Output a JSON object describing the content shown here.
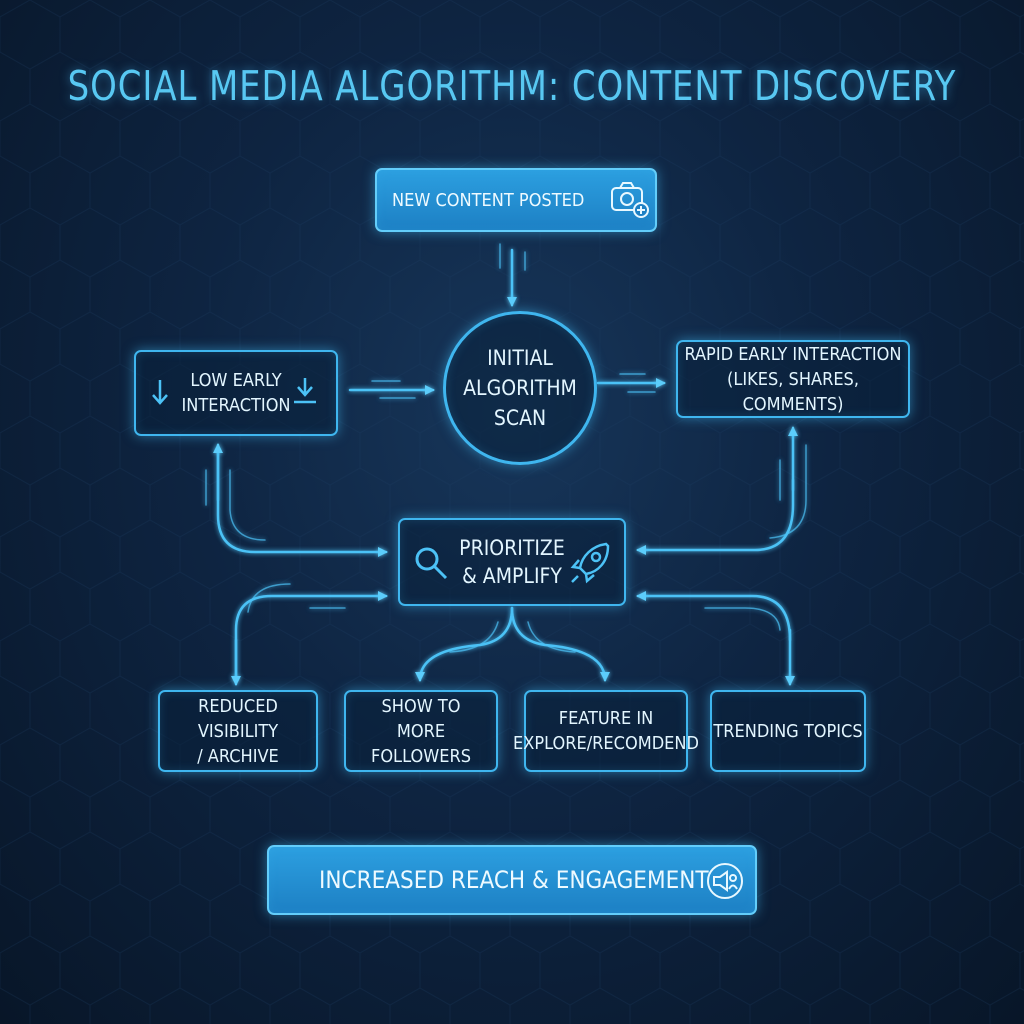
{
  "title": "SOCIAL MEDIA ALGORITHM: CONTENT DISCOVERY",
  "nodes": {
    "new_content": "NEW CONTENT POSTED",
    "initial_scan": [
      "INITIAL",
      "ALGORITHM",
      "SCAN"
    ],
    "low_early": [
      "LOW EARLY",
      "INTERACTION"
    ],
    "rapid_early": [
      "RAPID EARLY INTERACTION",
      "(LIKES, SHARES, COMMENTS)"
    ],
    "prioritize": [
      "PRIORITIZE",
      "& AMPLIFY"
    ],
    "reduced": [
      "REDUCED VISIBILITY",
      "/ ARCHIVE"
    ],
    "show_more": [
      "SHOW TO",
      "MORE FOLLOWERS"
    ],
    "feature": [
      "FEATURE IN",
      "EXPLORE/RECOMDEND"
    ],
    "trending": "TRENDING TOPICS",
    "increased": "INCREASED REACH & ENGAGEMENT"
  },
  "icons": [
    "camera-icon",
    "down-arrow-icon",
    "download-icon",
    "magnifier-icon",
    "rocket-icon",
    "megaphone-people-icon"
  ],
  "colors": {
    "background": "#0e2441",
    "accent": "#3fb6ef",
    "filled": "#2390d4",
    "title": "#58c8f2"
  }
}
